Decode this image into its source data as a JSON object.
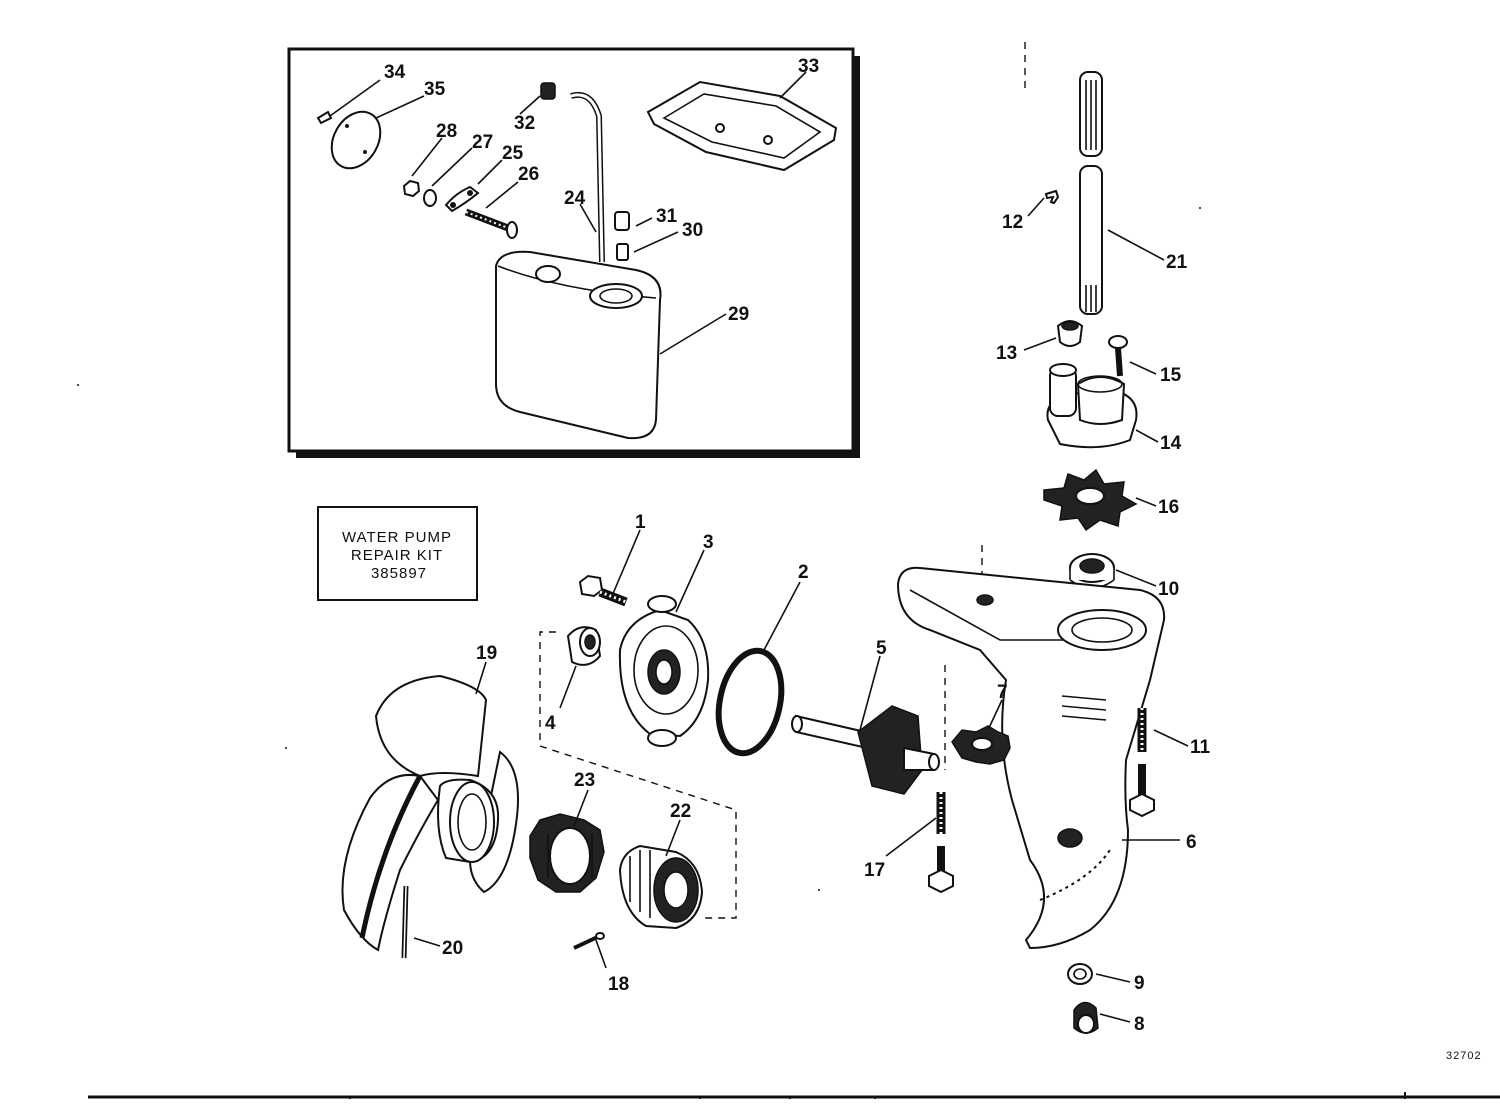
{
  "kit_box": {
    "line1": "WATER PUMP",
    "line2": "REPAIR KIT",
    "part_no": "385897"
  },
  "drawing_ref": "32702",
  "callouts": [
    "1",
    "2",
    "3",
    "4",
    "5",
    "6",
    "7",
    "8",
    "9",
    "10",
    "11",
    "12",
    "13",
    "14",
    "15",
    "16",
    "17",
    "18",
    "19",
    "20",
    "21",
    "22",
    "23",
    "24",
    "25",
    "26",
    "27",
    "28",
    "29",
    "30",
    "31",
    "32",
    "33",
    "34",
    "35"
  ]
}
